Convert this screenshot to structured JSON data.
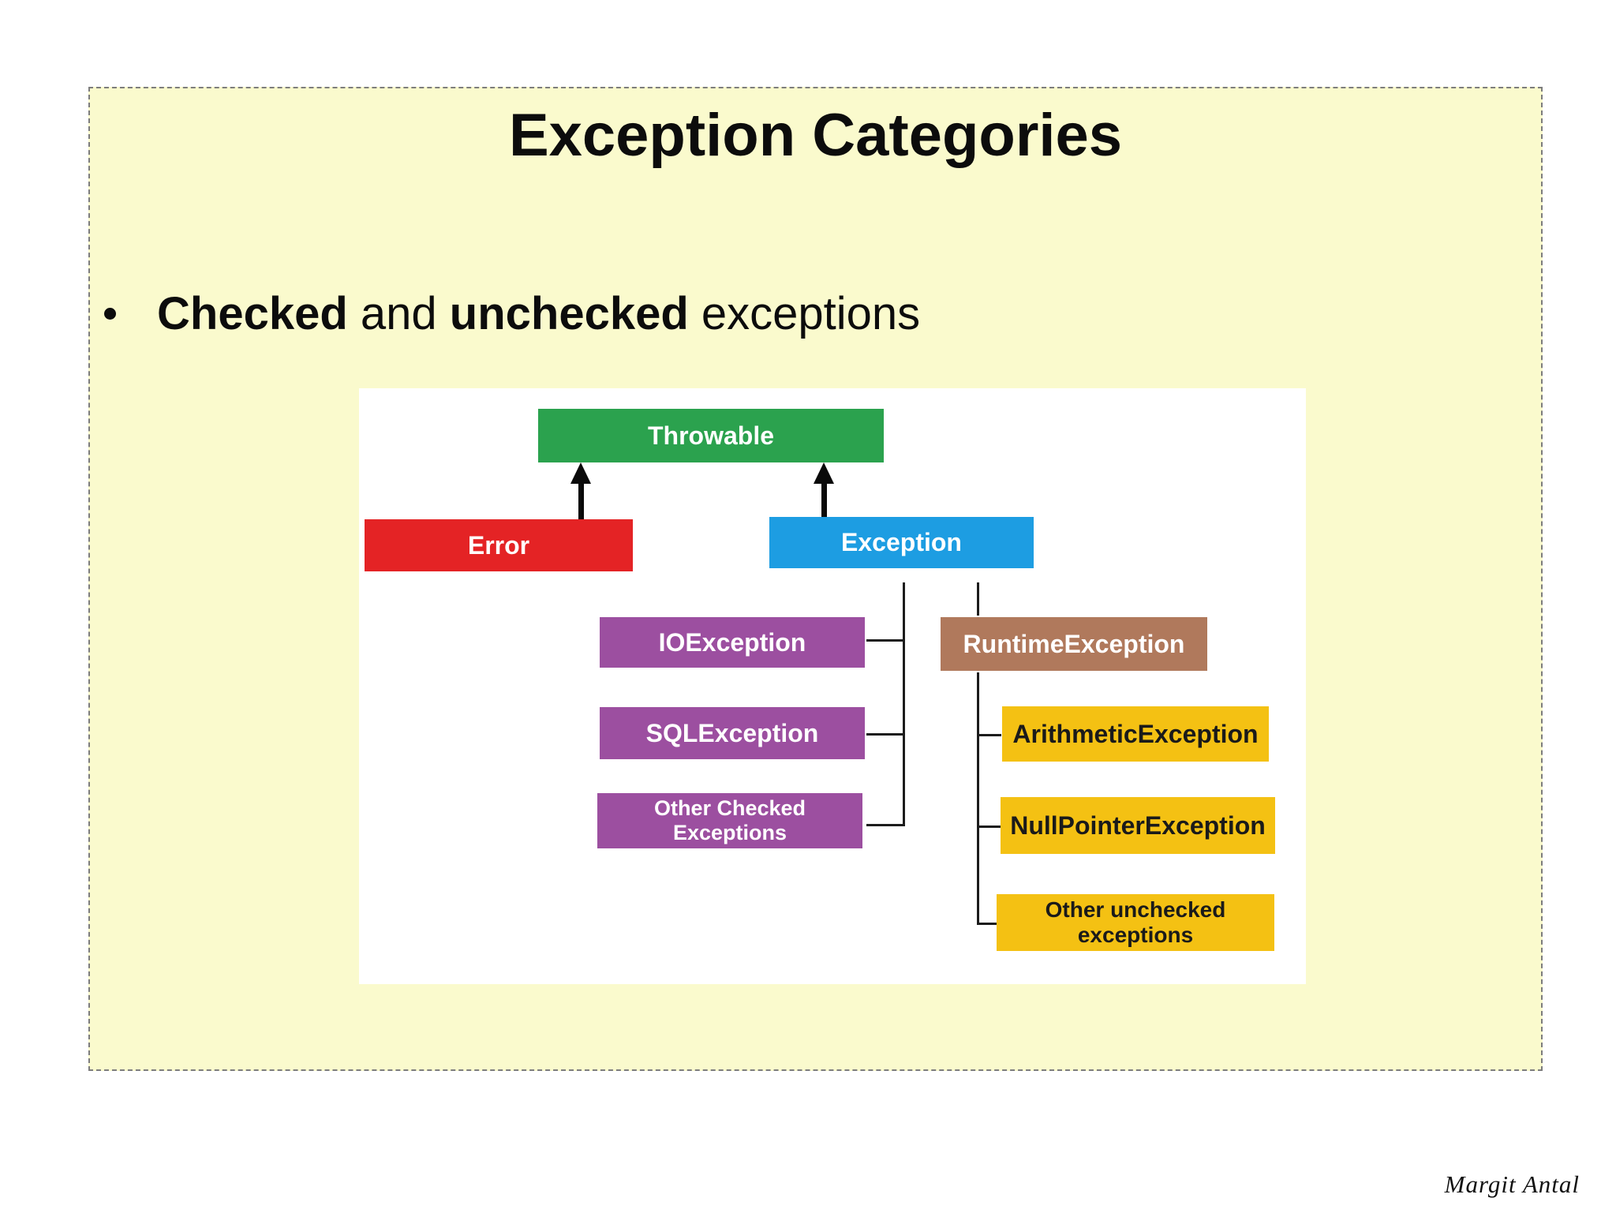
{
  "slide": {
    "title": "Exception Categories",
    "background": "#fafacd",
    "border_color": "#7d7d7d",
    "bullet_parts": [
      {
        "text": "Checked",
        "bold": true
      },
      {
        "text": " and ",
        "bold": false
      },
      {
        "text": "unchecked",
        "bold": true
      },
      {
        "text": " exceptions",
        "bold": false
      }
    ]
  },
  "diagram": {
    "background": "#ffffff",
    "line_color": "#1c1c1c",
    "nodes": [
      {
        "id": "throwable",
        "label": "Throwable",
        "bg": "#2ba24e",
        "fg": "#ffffff"
      },
      {
        "id": "error",
        "label": "Error",
        "bg": "#e42325",
        "fg": "#ffffff"
      },
      {
        "id": "exception",
        "label": "Exception",
        "bg": "#1d9de2",
        "fg": "#ffffff"
      },
      {
        "id": "ioexception",
        "label": "IOException",
        "bg": "#9c4fa0",
        "fg": "#ffffff"
      },
      {
        "id": "sqlexception",
        "label": "SQLException",
        "bg": "#9c4fa0",
        "fg": "#ffffff"
      },
      {
        "id": "other-checked",
        "label": "Other Checked Exceptions",
        "bg": "#9c4fa0",
        "fg": "#ffffff"
      },
      {
        "id": "runtime-exception",
        "label": "RuntimeException",
        "bg": "#b0795c",
        "fg": "#ffffff"
      },
      {
        "id": "arithmetic-exception",
        "label": "ArithmeticException",
        "bg": "#f4c113",
        "fg": "#1a1a1a"
      },
      {
        "id": "nullpointer-exception",
        "label": "NullPointerException",
        "bg": "#f4c113",
        "fg": "#1a1a1a"
      },
      {
        "id": "other-unchecked",
        "label": "Other unchecked exceptions",
        "bg": "#f4c113",
        "fg": "#1a1a1a"
      }
    ],
    "edges": [
      {
        "from": "Error",
        "to": "Throwable",
        "style": "arrow"
      },
      {
        "from": "Exception",
        "to": "Throwable",
        "style": "arrow"
      },
      {
        "from": "IOException",
        "to": "Exception",
        "style": "line"
      },
      {
        "from": "SQLException",
        "to": "Exception",
        "style": "line"
      },
      {
        "from": "Other Checked Exceptions",
        "to": "Exception",
        "style": "line"
      },
      {
        "from": "RuntimeException",
        "to": "Exception",
        "style": "line"
      },
      {
        "from": "ArithmeticException",
        "to": "RuntimeException",
        "style": "line"
      },
      {
        "from": "NullPointerException",
        "to": "RuntimeException",
        "style": "line"
      },
      {
        "from": "Other unchecked exceptions",
        "to": "RuntimeException",
        "style": "line"
      }
    ]
  },
  "signature": "Margit Antal"
}
